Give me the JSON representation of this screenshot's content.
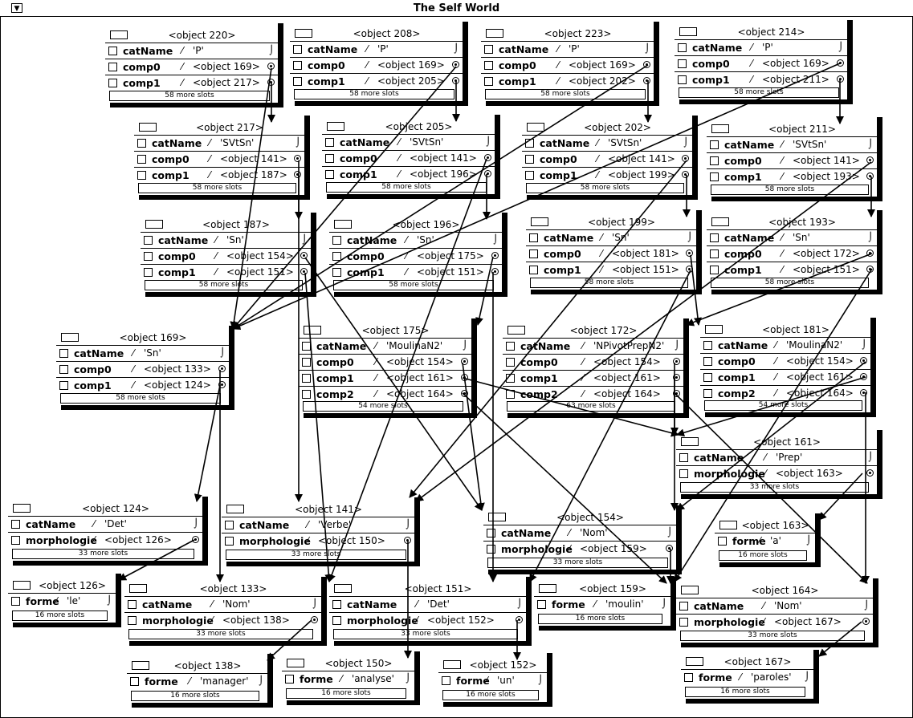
{
  "window": {
    "title": "The Self World",
    "menu_glyph": "▼"
  },
  "objects": {
    "o220": {
      "title": "<object 220>",
      "slots": [
        {
          "name": "catName",
          "value": "'P'"
        },
        {
          "name": "comp0",
          "value": "<object 169>"
        },
        {
          "name": "comp1",
          "value": "<object 217>"
        }
      ],
      "more": "58 more slots"
    },
    "o208": {
      "title": "<object 208>",
      "slots": [
        {
          "name": "catName",
          "value": "'P'"
        },
        {
          "name": "comp0",
          "value": "<object 169>"
        },
        {
          "name": "comp1",
          "value": "<object 205>"
        }
      ],
      "more": "58 more slots"
    },
    "o223": {
      "title": "<object 223>",
      "slots": [
        {
          "name": "catName",
          "value": "'P'"
        },
        {
          "name": "comp0",
          "value": "<object 169>"
        },
        {
          "name": "comp1",
          "value": "<object 202>"
        }
      ],
      "more": "58 more slots"
    },
    "o214": {
      "title": "<object 214>",
      "slots": [
        {
          "name": "catName",
          "value": "'P'"
        },
        {
          "name": "comp0",
          "value": "<object 169>"
        },
        {
          "name": "comp1",
          "value": "<object 211>"
        }
      ],
      "more": "58 more slots"
    },
    "o217": {
      "title": "<object 217>",
      "slots": [
        {
          "name": "catName",
          "value": "'SVtSn'"
        },
        {
          "name": "comp0",
          "value": "<object 141>"
        },
        {
          "name": "comp1",
          "value": "<object 187>"
        }
      ],
      "more": "58 more slots"
    },
    "o205": {
      "title": "<object 205>",
      "slots": [
        {
          "name": "catName",
          "value": "'SVtSn'"
        },
        {
          "name": "comp0",
          "value": "<object 141>"
        },
        {
          "name": "comp1",
          "value": "<object 196>"
        }
      ],
      "more": "58 more slots"
    },
    "o202": {
      "title": "<object 202>",
      "slots": [
        {
          "name": "catName",
          "value": "'SVtSn'"
        },
        {
          "name": "comp0",
          "value": "<object 141>"
        },
        {
          "name": "comp1",
          "value": "<object 199>"
        }
      ],
      "more": "58 more slots"
    },
    "o211": {
      "title": "<object 211>",
      "slots": [
        {
          "name": "catName",
          "value": "'SVtSn'"
        },
        {
          "name": "comp0",
          "value": "<object 141>"
        },
        {
          "name": "comp1",
          "value": "<object 193>"
        }
      ],
      "more": "58 more slots"
    },
    "o187": {
      "title": "<object 187>",
      "slots": [
        {
          "name": "catName",
          "value": "'Sn'"
        },
        {
          "name": "comp0",
          "value": "<object 154>"
        },
        {
          "name": "comp1",
          "value": "<object 151>"
        }
      ],
      "more": "58 more slots"
    },
    "o196": {
      "title": "<object 196>",
      "slots": [
        {
          "name": "catName",
          "value": "'Sn'"
        },
        {
          "name": "comp0",
          "value": "<object 175>"
        },
        {
          "name": "comp1",
          "value": "<object 151>"
        }
      ],
      "more": "58 more slots"
    },
    "o199": {
      "title": "<object 199>",
      "slots": [
        {
          "name": "catName",
          "value": "'Sn'"
        },
        {
          "name": "comp0",
          "value": "<object 181>"
        },
        {
          "name": "comp1",
          "value": "<object 151>"
        }
      ],
      "more": "58 more slots"
    },
    "o193": {
      "title": "<object 193>",
      "slots": [
        {
          "name": "catName",
          "value": "'Sn'"
        },
        {
          "name": "comp0",
          "value": "<object 172>"
        },
        {
          "name": "comp1",
          "value": "<object 151>"
        }
      ],
      "more": "58 more slots"
    },
    "o169": {
      "title": "<object 169>",
      "slots": [
        {
          "name": "catName",
          "value": "'Sn'"
        },
        {
          "name": "comp0",
          "value": "<object 133>"
        },
        {
          "name": "comp1",
          "value": "<object 124>"
        }
      ],
      "more": "58 more slots"
    },
    "o175": {
      "title": "<object 175>",
      "slots": [
        {
          "name": "catName",
          "value": "'MoulinaN2'"
        },
        {
          "name": "comp0",
          "value": "<object 154>"
        },
        {
          "name": "comp1",
          "value": "<object 161>"
        },
        {
          "name": "comp2",
          "value": "<object 164>"
        }
      ],
      "more": "54 more slots"
    },
    "o172": {
      "title": "<object 172>",
      "slots": [
        {
          "name": "catName",
          "value": "'NPivotPrepN2'"
        },
        {
          "name": "comp0",
          "value": "<object 154>"
        },
        {
          "name": "comp1",
          "value": "<object 161>"
        },
        {
          "name": "comp2",
          "value": "<object 164>"
        }
      ],
      "more": "63 more slots"
    },
    "o181": {
      "title": "<object 181>",
      "slots": [
        {
          "name": "catName",
          "value": "'MoulinaN2'"
        },
        {
          "name": "comp0",
          "value": "<object 154>"
        },
        {
          "name": "comp1",
          "value": "<object 161>"
        },
        {
          "name": "comp2",
          "value": "<object 164>"
        }
      ],
      "more": "54 more slots"
    },
    "o161": {
      "title": "<object 161>",
      "slots": [
        {
          "name": "catName",
          "value": "'Prep'"
        },
        {
          "name": "morphologie",
          "value": "<object 163>"
        }
      ],
      "more": "33 more slots"
    },
    "o124": {
      "title": "<object 124>",
      "slots": [
        {
          "name": "catName",
          "value": "'Det'"
        },
        {
          "name": "morphologie",
          "value": "<object 126>"
        }
      ],
      "more": "33 more slots"
    },
    "o141": {
      "title": "<object 141>",
      "slots": [
        {
          "name": "catName",
          "value": "'Verbe'"
        },
        {
          "name": "morphologie",
          "value": "<object 150>"
        }
      ],
      "more": "33 more slots"
    },
    "o154": {
      "title": "<object 154>",
      "slots": [
        {
          "name": "catName",
          "value": "'Nom'"
        },
        {
          "name": "morphologie",
          "value": "<object 159>"
        }
      ],
      "more": "33 more slots"
    },
    "o163": {
      "title": "<object 163>",
      "slots": [
        {
          "name": "forme",
          "value": "'a'"
        }
      ],
      "more": "16 more slots"
    },
    "o126": {
      "title": "<object 126>",
      "slots": [
        {
          "name": "forme",
          "value": "'le'"
        }
      ],
      "more": "16 more slots"
    },
    "o133": {
      "title": "<object 133>",
      "slots": [
        {
          "name": "catName",
          "value": "'Nom'"
        },
        {
          "name": "morphologie",
          "value": "<object 138>"
        }
      ],
      "more": "33 more slots"
    },
    "o151": {
      "title": "<object 151>",
      "slots": [
        {
          "name": "catName",
          "value": "'Det'"
        },
        {
          "name": "morphologie",
          "value": "<object 152>"
        }
      ],
      "more": "33 more slots"
    },
    "o159": {
      "title": "<object 159>",
      "slots": [
        {
          "name": "forme",
          "value": "'moulin'"
        }
      ],
      "more": "16 more slots"
    },
    "o164": {
      "title": "<object 164>",
      "slots": [
        {
          "name": "catName",
          "value": "'Nom'"
        },
        {
          "name": "morphologie",
          "value": "<object 167>"
        }
      ],
      "more": "33 more slots"
    },
    "o138": {
      "title": "<object 138>",
      "slots": [
        {
          "name": "forme",
          "value": "'manager'"
        }
      ],
      "more": "16 more slots"
    },
    "o150": {
      "title": "<object 150>",
      "slots": [
        {
          "name": "forme",
          "value": "'analyse'"
        }
      ],
      "more": "16 more slots"
    },
    "o152": {
      "title": "<object 152>",
      "slots": [
        {
          "name": "forme",
          "value": "'un'"
        }
      ],
      "more": "16 more slots"
    },
    "o167": {
      "title": "<object 167>",
      "slots": [
        {
          "name": "forme",
          "value": "'paroles'"
        }
      ],
      "more": "16 more slots"
    }
  }
}
